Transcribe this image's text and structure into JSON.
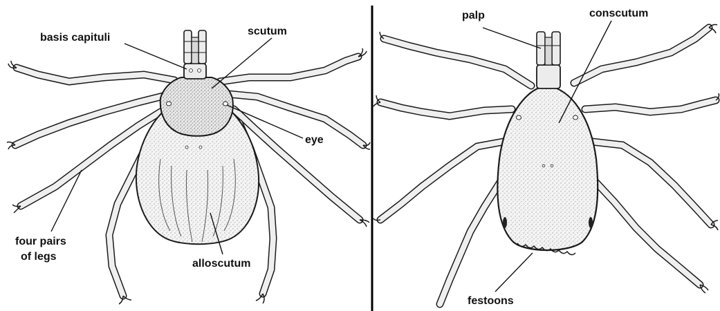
{
  "figure": {
    "female_view": {
      "labels": {
        "basis_capituli": "basis capituli",
        "scutum": "scutum",
        "eye": "eye",
        "legs_line1": "four pairs",
        "legs_line2": "of legs",
        "alloscutum": "alloscutum"
      }
    },
    "male_view": {
      "labels": {
        "palp": "palp",
        "conscutum": "conscutum",
        "festoons": "festoons"
      }
    },
    "colors": {
      "ink": "#1a1a1a",
      "body_fill": "#f3f3f3",
      "divider": "#000000"
    }
  }
}
